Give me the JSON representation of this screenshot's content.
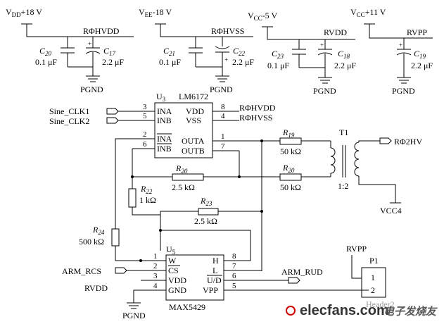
{
  "supplies": {
    "vdd": {
      "main": "V",
      "sub": "DD",
      "value": "+18 V",
      "net": "RΦHVDD"
    },
    "vee": {
      "main": "V",
      "sub": "EE",
      "value": "-18 V",
      "net": "RΦHVSS"
    },
    "vcc_neg": {
      "main": "V",
      "sub": "CC",
      "value": "-5 V",
      "net": "RVDD"
    },
    "vcc_pos": {
      "main": "V",
      "sub": "CC",
      "value": "+11 V",
      "net": "RVPP"
    }
  },
  "capacitors": {
    "c20": {
      "name": "C",
      "sub": "20",
      "value": "0.1 μF"
    },
    "c17": {
      "name": "C",
      "sub": "17",
      "value": "2.2 μF"
    },
    "c21": {
      "name": "C",
      "sub": "21",
      "value": "0.1 μF"
    },
    "c22": {
      "name": "C",
      "sub": "22",
      "value": "2.2 μF"
    },
    "c23": {
      "name": "C",
      "sub": "23",
      "value": "0.1 μF"
    },
    "c18": {
      "name": "C",
      "sub": "18",
      "value": "2.2 μF"
    },
    "c19": {
      "name": "C",
      "sub": "19",
      "value": "2.2 μF"
    }
  },
  "grounds": {
    "label": "PGND"
  },
  "polarity": "+",
  "u3": {
    "ref": "U",
    "ref_sub": "3",
    "part": "LM6172",
    "left_pins": [
      {
        "num": "3",
        "name": "INA",
        "over": false
      },
      {
        "num": "5",
        "name": "INB",
        "over": false
      },
      {
        "num": "2",
        "name": "INA",
        "over": true
      },
      {
        "num": "6",
        "name": "INB",
        "over": true
      }
    ],
    "right_pins": [
      {
        "num": "8",
        "name": "VDD",
        "net": "RΦHVDD"
      },
      {
        "num": "4",
        "name": "VSS",
        "net": "RΦHVSS"
      },
      {
        "num": "1",
        "name": "OUTA",
        "net": ""
      },
      {
        "num": "7",
        "name": "OUTB",
        "net": ""
      }
    ]
  },
  "inputs": {
    "sine1": "Sine_CLK1",
    "sine2": "Sine_CLK2"
  },
  "resistors": {
    "r19": {
      "name": "R",
      "sub": "19",
      "value": "50 kΩ"
    },
    "r20a": {
      "name": "R",
      "sub": "20",
      "value": "2.5 kΩ"
    },
    "r20b": {
      "name": "R",
      "sub": "20",
      "value": "50  kΩ"
    },
    "r22": {
      "name": "R",
      "sub": "22",
      "value": "1 kΩ"
    },
    "r23": {
      "name": "R",
      "sub": "23",
      "value": "2.5 kΩ"
    },
    "r24": {
      "name": "R",
      "sub": "24",
      "value": "500 kΩ"
    }
  },
  "transformer": {
    "ref": "T1",
    "ratio": "1:2",
    "out_net": "RΦ2HV",
    "ref_net": "VCC4"
  },
  "u5": {
    "ref": "U",
    "ref_sub": "5",
    "part": "MAX5429",
    "left_pins": [
      {
        "num": "1",
        "name": "W",
        "over": false,
        "net": ""
      },
      {
        "num": "2",
        "name": "CS",
        "over": true,
        "net": "ARM_RCS"
      },
      {
        "num": "3",
        "name": "VDD",
        "over": false,
        "net": "RVDD"
      },
      {
        "num": "4",
        "name": "GND",
        "over": false,
        "net": ""
      }
    ],
    "right_pins": [
      {
        "num": "8",
        "name": "H",
        "net": ""
      },
      {
        "num": "7",
        "name": "L",
        "net": ""
      },
      {
        "num": "6",
        "name": "U/D",
        "net": "ARM_RUD"
      },
      {
        "num": "5",
        "name": "VPP",
        "net": ""
      }
    ]
  },
  "header": {
    "ref": "P1",
    "net": "RVPP",
    "pins": [
      "1",
      "2"
    ],
    "name": "Header2"
  },
  "watermark": {
    "brand": "elecfans.com",
    "cn": "电子发烧友"
  }
}
